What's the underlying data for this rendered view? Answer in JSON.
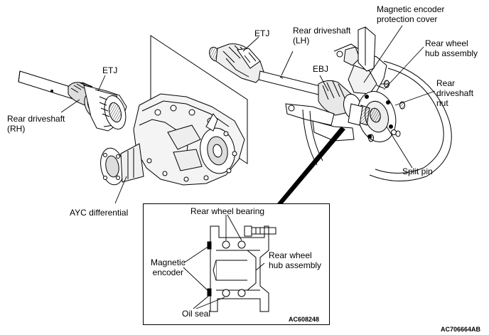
{
  "labels": {
    "etj_rh": "ETJ",
    "rear_driveshaft_rh": [
      "Rear driveshaft",
      "(RH)"
    ],
    "etj_lh": "ETJ",
    "rear_driveshaft_lh": [
      "Rear driveshaft",
      "(LH)"
    ],
    "magnetic_encoder_cover": [
      "Magnetic encoder",
      "protection cover"
    ],
    "rear_wheel_hub_assembly_top": [
      "Rear wheel",
      "hub assembly"
    ],
    "ebj": "EBJ",
    "rear_driveshaft_nut": [
      "Rear",
      "driveshaft",
      "nut"
    ],
    "split_pin": "Split pin",
    "ayc_differential": "AYC differential"
  },
  "inset": {
    "rear_wheel_bearing": "Rear wheel bearing",
    "magnetic_encoder": [
      "Magnetic",
      "encoder"
    ],
    "rear_wheel_hub_assembly": [
      "Rear wheel",
      "hub assembly"
    ],
    "oil_seal": "Oil seal",
    "code": "AC608248"
  },
  "figure_code": "AC706664AB"
}
